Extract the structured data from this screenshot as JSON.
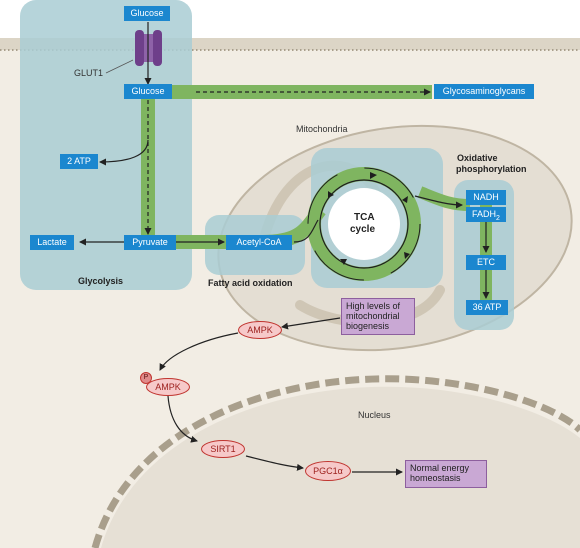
{
  "diagram": {
    "glycolysis_label": "Glycolysis",
    "fatty_acid_label": "Fatty acid oxidation",
    "mitochondria_label": "Mitochondria",
    "oxphos_label_line1": "Oxidative",
    "oxphos_label_line2": "phosphorylation",
    "nucleus_label": "Nucleus",
    "glut1_label": "GLUT1",
    "tca_line1": "TCA",
    "tca_line2": "cycle",
    "boxes": {
      "glucose_outside": "Glucose",
      "glucose_inside": "Glucose",
      "glycosaminoglycans": "Glycosaminoglycans",
      "atp2": "2 ATP",
      "lactate": "Lactate",
      "pyruvate": "Pyruvate",
      "acetyl_coa": "Acetyl-CoA",
      "nadh": "NADH",
      "fadh2_base": "FADH",
      "fadh2_sub": "2",
      "etc": "ETC",
      "atp36": "36 ATP"
    },
    "purple_boxes": {
      "biogenesis": "High levels of mitochondrial biogenesis",
      "energy": "Normal energy homeostasis"
    },
    "nodes": {
      "ampk": "AMPK",
      "p_ampk": "AMPK",
      "phospho": "P",
      "sirt1": "SIRT1",
      "pgc1a": "PGC1α"
    },
    "colors": {
      "background": "#f2ede4",
      "membrane": "#d9d2c3",
      "blue_box": "#1b87cf",
      "green_path": "#7fb560",
      "teal_region": "#a7ccd3",
      "mito": "#e2ddd3",
      "purple_box": "#c9a8d4",
      "node_fill": "#f6c9c9",
      "node_border": "#c0342f"
    }
  }
}
